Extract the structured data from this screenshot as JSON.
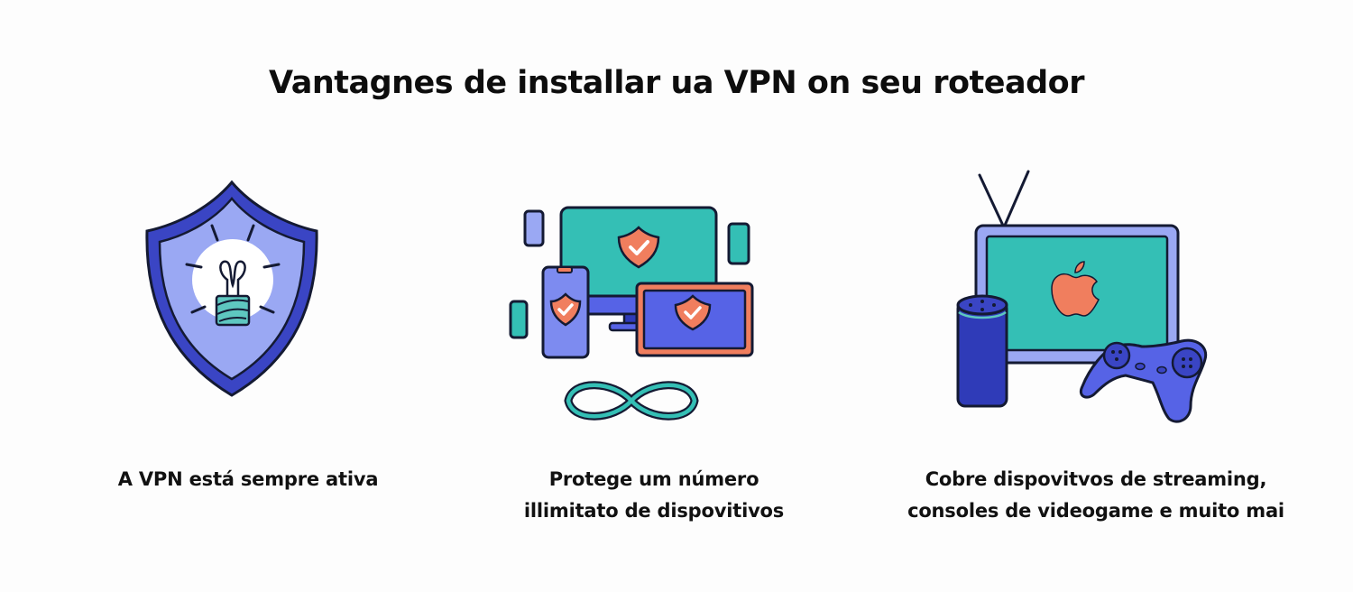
{
  "title": "Vantagnes de installar ua VPN on seu roteador",
  "colors": {
    "background": "#fdfdfd",
    "outline": "#141a33",
    "shield_dark_blue": "#3a45c4",
    "light_periwinkle": "#9aa8f3",
    "teal": "#34bfb5",
    "coral": "#f07e5e",
    "medium_blue": "#5663e6",
    "speaker_blue": "#2f3bb8"
  },
  "features": [
    {
      "icon": "shield-lightbulb-icon",
      "caption_lines": [
        "A VPN está sempre ativa"
      ]
    },
    {
      "icon": "multiple-devices-infinity-icon",
      "caption_lines": [
        "Protege um número",
        "illimitato de dispovitivos"
      ]
    },
    {
      "icon": "tv-speaker-gamepad-icon",
      "caption_lines": [
        "Cobre dispovitvos de streaming,",
        "consoles de videogame e muito mai"
      ]
    }
  ]
}
